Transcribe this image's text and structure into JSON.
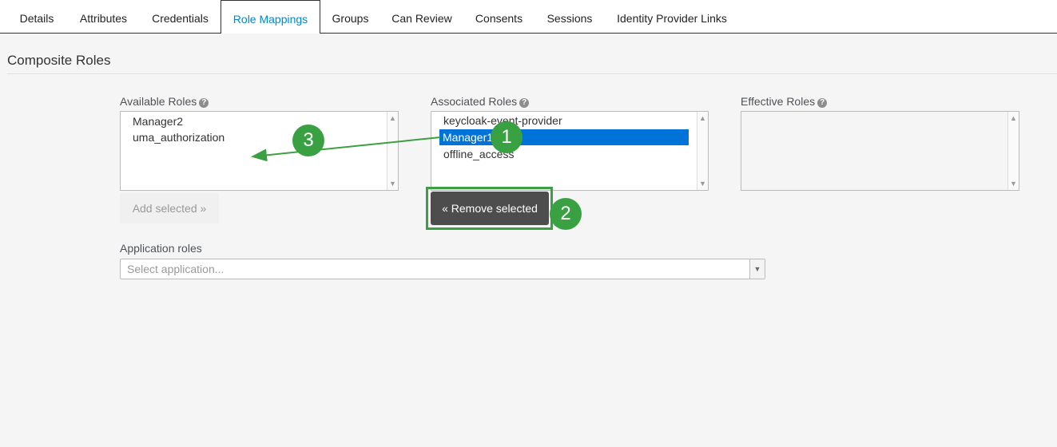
{
  "tabs": [
    {
      "label": "Details"
    },
    {
      "label": "Attributes"
    },
    {
      "label": "Credentials"
    },
    {
      "label": "Role Mappings"
    },
    {
      "label": "Groups"
    },
    {
      "label": "Can Review"
    },
    {
      "label": "Consents"
    },
    {
      "label": "Sessions"
    },
    {
      "label": "Identity Provider Links"
    }
  ],
  "section": {
    "title": "Composite Roles"
  },
  "available": {
    "label": "Available Roles",
    "items": [
      "Manager2",
      "uma_authorization"
    ],
    "add_button": "Add selected »"
  },
  "associated": {
    "label": "Associated Roles",
    "items": [
      "keycloak-event-provider",
      "Manager1",
      "offline_access"
    ],
    "selected": "Manager1",
    "remove_button": "« Remove selected"
  },
  "effective": {
    "label": "Effective Roles",
    "items": []
  },
  "application_roles": {
    "label": "Application roles",
    "placeholder": "Select application..."
  },
  "help_glyph": "?",
  "scroll_up": "▲",
  "scroll_down": "▼",
  "caret": "▼",
  "callouts": [
    "1",
    "2",
    "3"
  ],
  "colors": {
    "accent": "#0088ce",
    "selection": "#0073d9",
    "callout": "#3aa142",
    "button_dark": "#4d4d4d"
  }
}
